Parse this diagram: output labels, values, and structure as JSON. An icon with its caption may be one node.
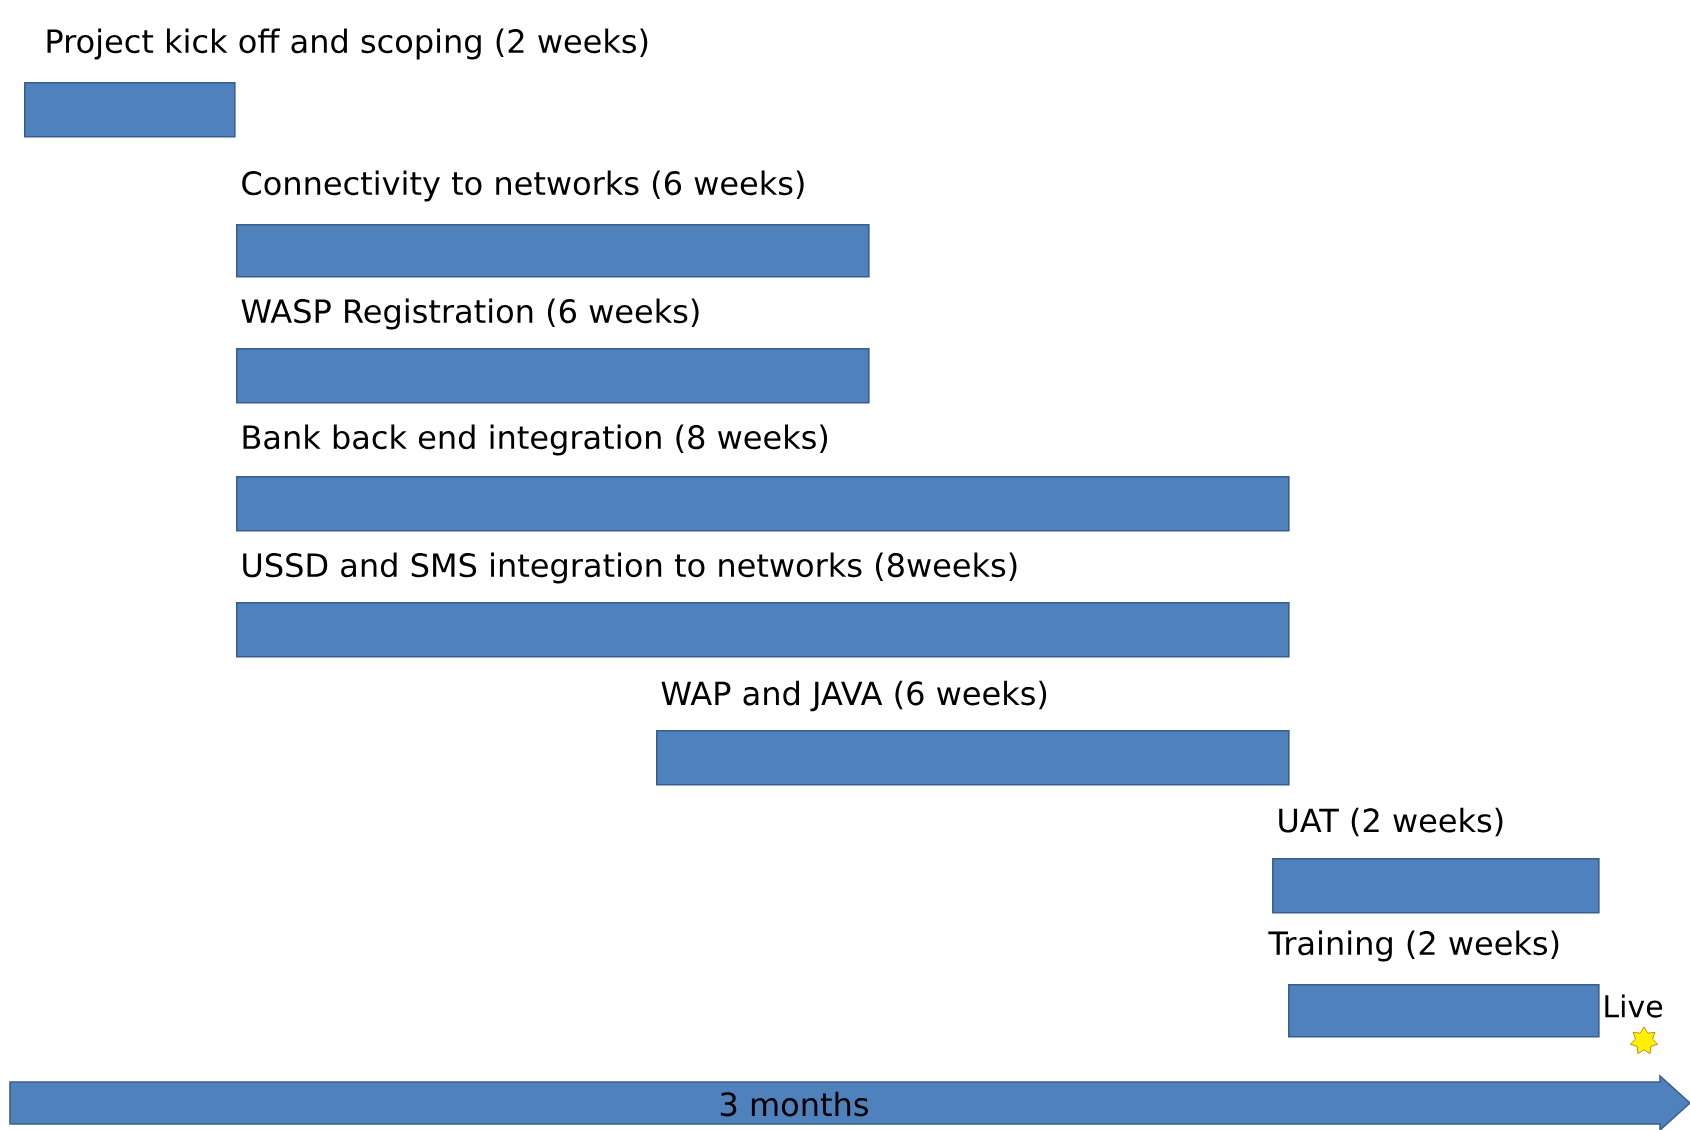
{
  "diagram": {
    "nodes": [
      {
        "text": [
          "Project kick off and scoping (2 weeks)"
        ]
      },
      {
        "text": [
          "Connectivity to networks (6 weeks)"
        ]
      },
      {
        "text": [
          "WASP Registration (6 weeks)"
        ]
      },
      {
        "text": [
          "Bank back end integration (8 weeks)"
        ]
      },
      {
        "text": [
          "USSD and SMS integration to networks (8weeks)"
        ]
      },
      {
        "text": [
          "WAP and JAVA (6 weeks)"
        ]
      },
      {
        "text": [
          "UAT (2 weeks)"
        ]
      },
      {
        "text": [
          "Training (2 weeks)"
        ]
      },
      {
        "text": [
          "Live"
        ]
      },
      {
        "text": [
          "3 months"
        ]
      }
    ]
  }
}
